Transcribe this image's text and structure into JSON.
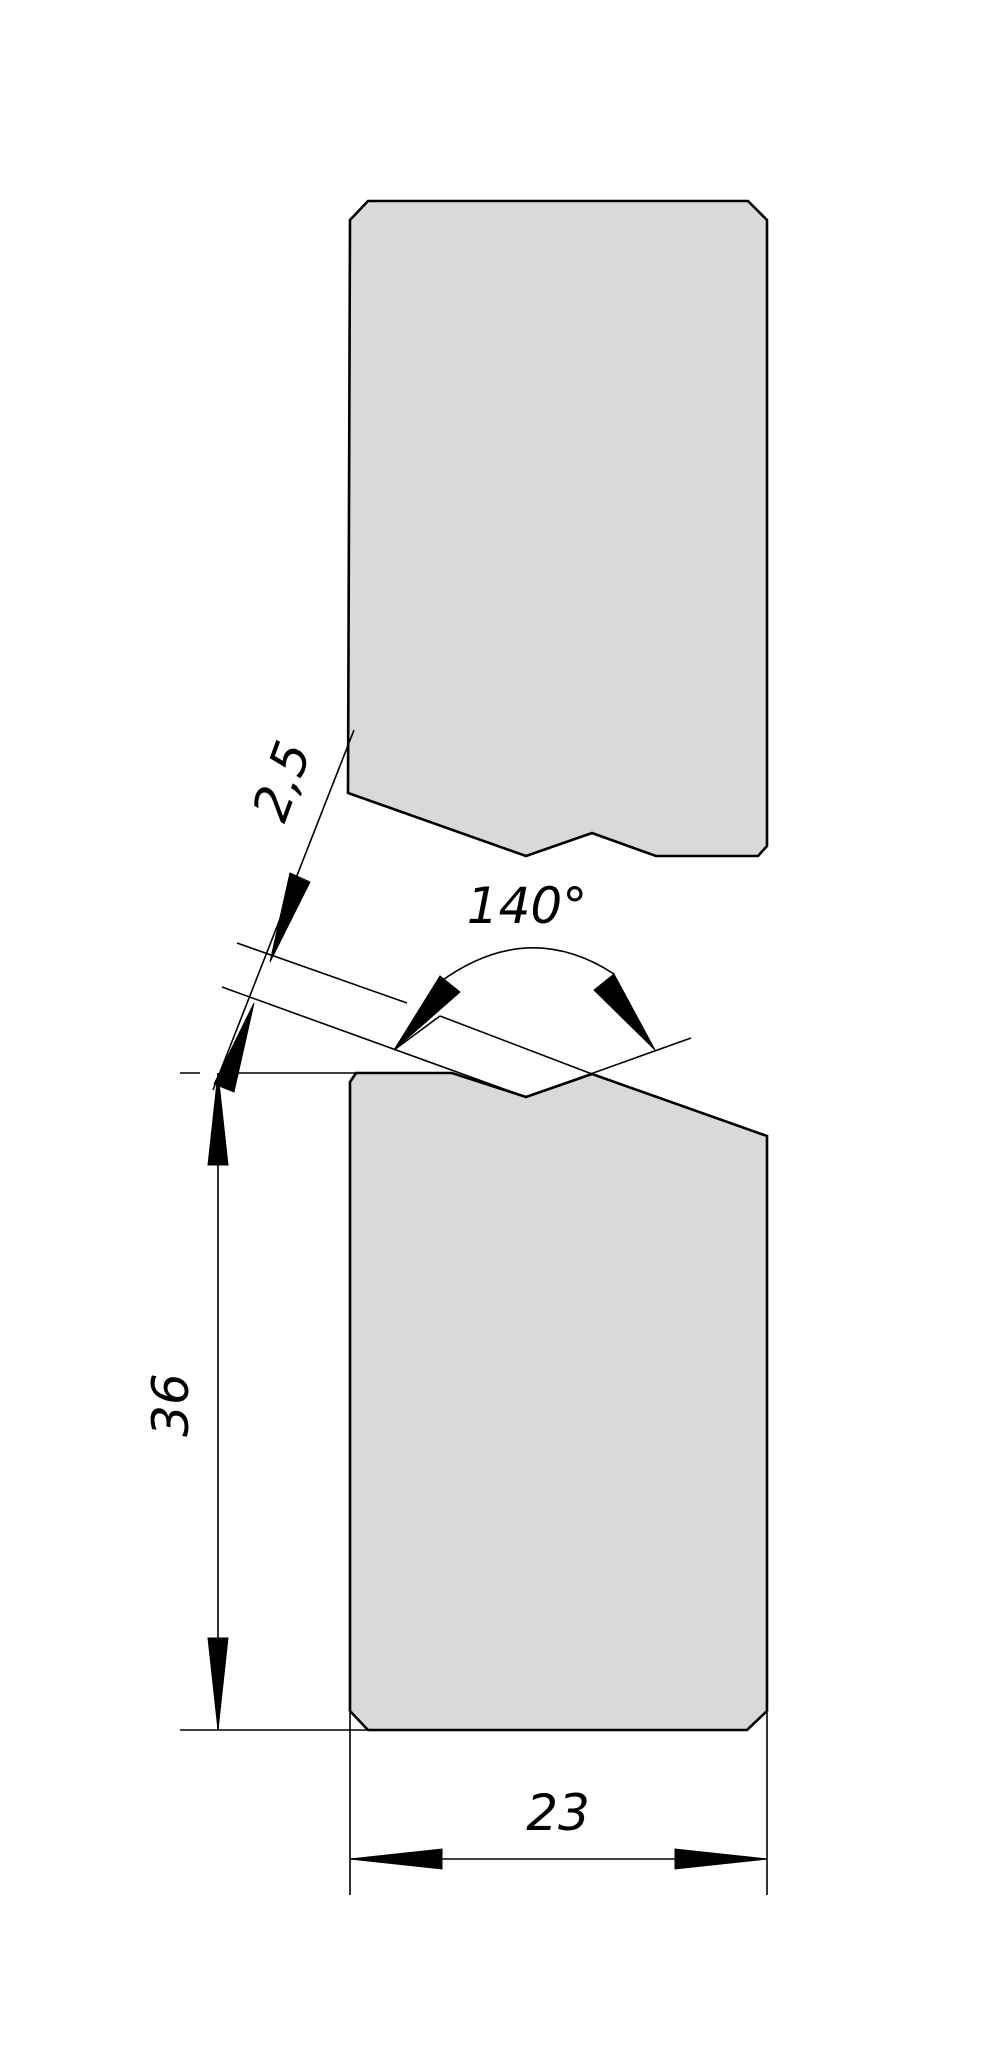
{
  "dimensions": {
    "width": "23",
    "height": "36",
    "offset": "2,5",
    "angle": "140°"
  }
}
